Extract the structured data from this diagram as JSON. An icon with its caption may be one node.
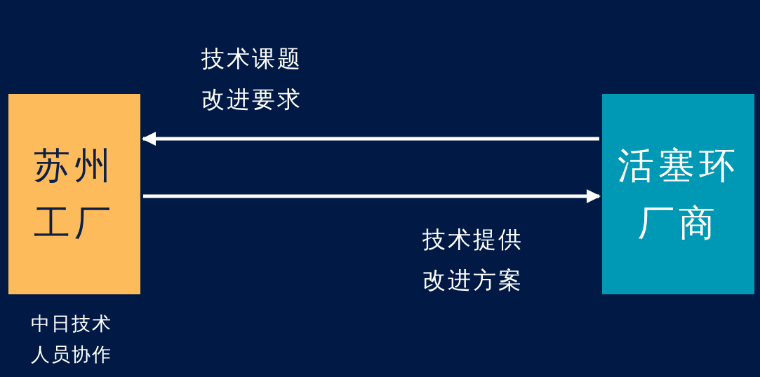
{
  "diagram": {
    "nodes": [
      {
        "text": [
          "苏州工厂"
        ],
        "beside": [
          "中日技术人员协作"
        ]
      },
      {
        "text": [
          "活塞环厂商"
        ]
      }
    ],
    "edges": [
      {
        "from": 1,
        "to": 0,
        "arrow": "to",
        "label": "技术课题改进要求"
      },
      {
        "from": 0,
        "to": 1,
        "arrow": "to",
        "label": "技术提供改进方案"
      }
    ]
  }
}
